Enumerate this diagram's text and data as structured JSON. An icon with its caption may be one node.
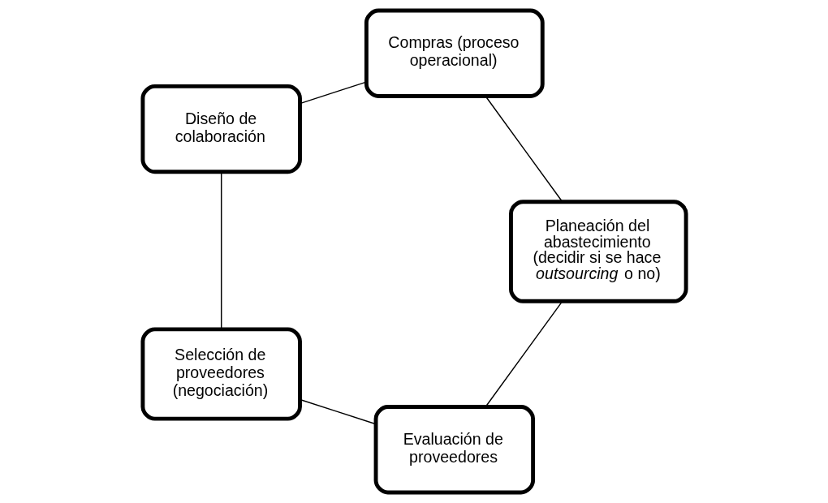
{
  "diagram": {
    "nodes": [
      {
        "text": [
          "Evaluación de proveedores"
        ]
      },
      {
        "text": [
          "Planeación del abastecimiento (decidir si se hace *outsourcing* o no)"
        ]
      },
      {
        "text": [
          "Selección de proveedores (negociación)"
        ]
      },
      {
        "text": [
          "Compras (proceso operacional)"
        ]
      },
      {
        "text": [
          "Diseño de colaboración"
        ]
      }
    ],
    "edges": [
      {
        "from": 0,
        "to": 2,
        "arrow": "none"
      },
      {
        "from": 2,
        "to": 4,
        "arrow": "none"
      },
      {
        "from": 4,
        "to": 3,
        "arrow": "none"
      },
      {
        "from": 3,
        "to": 1,
        "arrow": "none"
      },
      {
        "from": 1,
        "to": 0,
        "arrow": "none"
      }
    ]
  }
}
